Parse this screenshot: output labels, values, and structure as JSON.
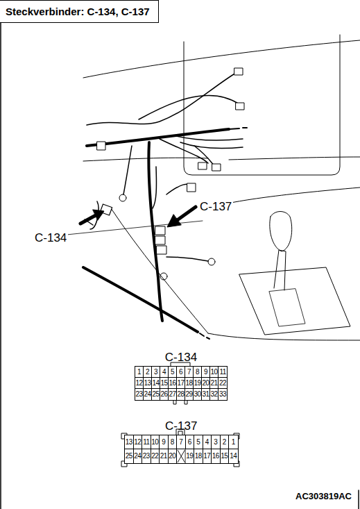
{
  "diagram": {
    "title": "Steckverbinder: C-134, C-137",
    "caption": "AC303819AC",
    "nodes": [
      {
        "text": [
          "C-134"
        ]
      },
      {
        "text": [
          "C-137"
        ]
      }
    ],
    "labels": [
      "C-137",
      "C-134",
      "1",
      "2",
      "3",
      "4",
      "5",
      "6",
      "7",
      "8",
      "9",
      "10",
      "11",
      "12",
      "13",
      "14",
      "15",
      "16",
      "17",
      "18",
      "19",
      "20",
      "21",
      "22",
      "23",
      "24",
      "25",
      "26",
      "27",
      "28",
      "29",
      "30",
      "31",
      "32",
      "33",
      "13",
      "12",
      "11",
      "10",
      "9",
      "8",
      "7",
      "6",
      "5",
      "4",
      "3",
      "2",
      "1",
      "25",
      "24",
      "23",
      "22",
      "21",
      "20",
      "19",
      "18",
      "17",
      "16",
      "15",
      "14"
    ]
  }
}
